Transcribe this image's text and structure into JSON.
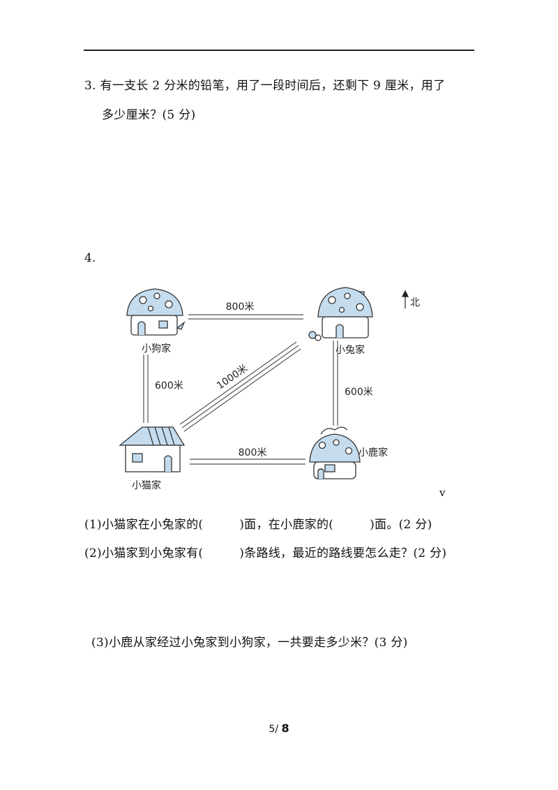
{
  "q3": {
    "line1": "3.  有一支长 2 分米的铅笔，用了一段时间后，还剩下 9 厘米，用了",
    "line2": "多少厘米？(5 分)"
  },
  "q4": {
    "number": "4.",
    "map": {
      "north_label": "北",
      "houses": {
        "dog": "小狗家",
        "rabbit": "小兔家",
        "cat": "小猫家",
        "deer": "小鹿家"
      },
      "roads": {
        "dog_rabbit": "800米",
        "dog_cat": "600米",
        "cat_rabbit": "1000米",
        "rabbit_deer": "600米",
        "cat_deer": "800米"
      }
    },
    "stray_mark": "v",
    "sub1": "(1)小猫家在小兔家的(　　　)面，在小鹿家的(　　　)面。(2 分)",
    "sub2": "(2)小猫家到小兔家有(　　　)条路线，最近的路线要怎么走？(2 分)",
    "sub3": "(3)小鹿从家经过小兔家到小狗家，一共要走多少米？(3 分)"
  },
  "footer": {
    "page": "5/",
    "total": "8"
  }
}
